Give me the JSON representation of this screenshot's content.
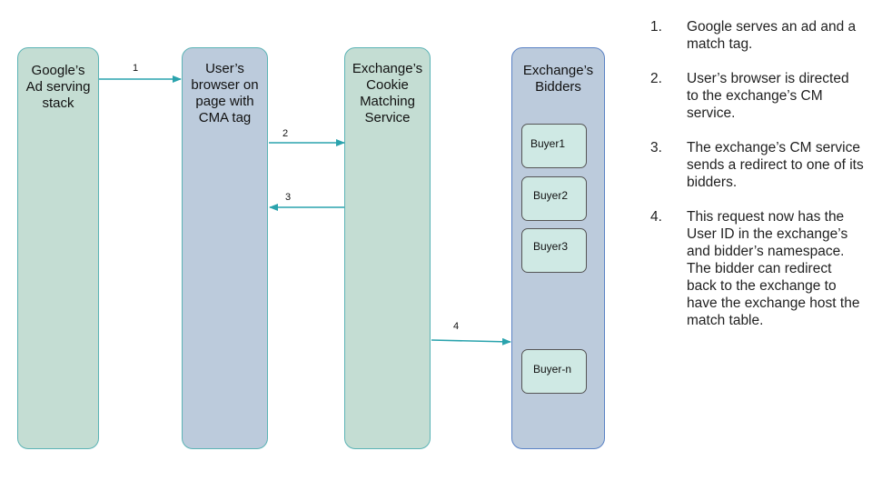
{
  "diagram": {
    "columns": {
      "google": "Google’s\nAd serving\nstack",
      "browser": "User’s\nbrowser on\npage with\nCMA tag",
      "cms": "Exchange’s\nCookie\nMatching\nService",
      "bidders": "Exchange’s\nBidders"
    },
    "buyers": [
      "Buyer1",
      "Buyer2",
      "Buyer3",
      "Buyer-n"
    ],
    "arrows": [
      "1",
      "2",
      "3",
      "4"
    ],
    "colors": {
      "green_column": "#c4ddd3",
      "blue_column": "#bccbdc",
      "buyer_box": "#cfe9e4",
      "arrow": "#2aa3ad"
    }
  },
  "steps": [
    {
      "num": "1.",
      "text": "Google serves an ad and a match tag."
    },
    {
      "num": "2.",
      "text": "User’s browser is directed to the exchange’s CM service."
    },
    {
      "num": "3.",
      "text": "The exchange’s CM service sends a redirect to one of its bidders."
    },
    {
      "num": "4.",
      "text": "This request now has the User ID in the exchange’s and bidder’s namespace. The bidder can redirect back to the exchange to have the exchange host the match table."
    }
  ]
}
